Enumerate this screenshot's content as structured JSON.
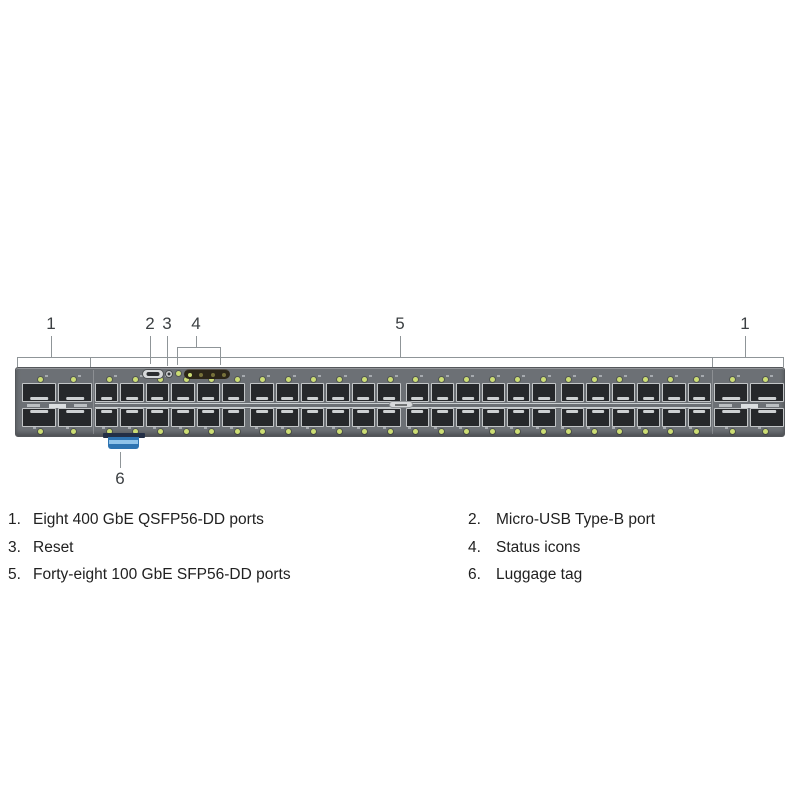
{
  "callouts": {
    "c1_left": "1",
    "c2": "2",
    "c3": "3",
    "c4": "4",
    "c5": "5",
    "c1_right": "1",
    "c6": "6"
  },
  "legend": {
    "columns": [
      {
        "items": [
          {
            "num": "1.",
            "label": "Eight 400 GbE QSFP56-DD ports"
          },
          {
            "num": "3.",
            "label": "Reset"
          },
          {
            "num": "5.",
            "label": "Forty-eight 100 GbE SFP56-DD ports"
          }
        ]
      },
      {
        "items": [
          {
            "num": "2.",
            "label": "Micro-USB Type-B port"
          },
          {
            "num": "4.",
            "label": "Status icons"
          },
          {
            "num": "6.",
            "label": "Luggage tag"
          }
        ]
      }
    ]
  },
  "hardware": {
    "qsfp": {
      "blocks": 2,
      "rows_per_block": 2,
      "ports_per_row": 2,
      "total_ports": 8
    },
    "sfp": {
      "rows": 2,
      "groups_per_row": 4,
      "ports_per_group": 6,
      "total_ports": 48
    },
    "status_icons": {
      "count": 4
    },
    "leds_per_sfp_row": 24,
    "leds_per_qsfp_row": 2
  },
  "colors": {
    "chassis": "#6c7075",
    "port_fill": "#26282b",
    "port_border": "#c3c6c8",
    "led": "#ccdd74",
    "status_bar": "#2b2518",
    "status_dot_dim": "#77713a",
    "tag_blue": "#2e74b2",
    "tag_stripe": "#8fc3ea",
    "tag_slot": "#232f46",
    "callout_line": "#8f9598",
    "text": "#212121"
  }
}
